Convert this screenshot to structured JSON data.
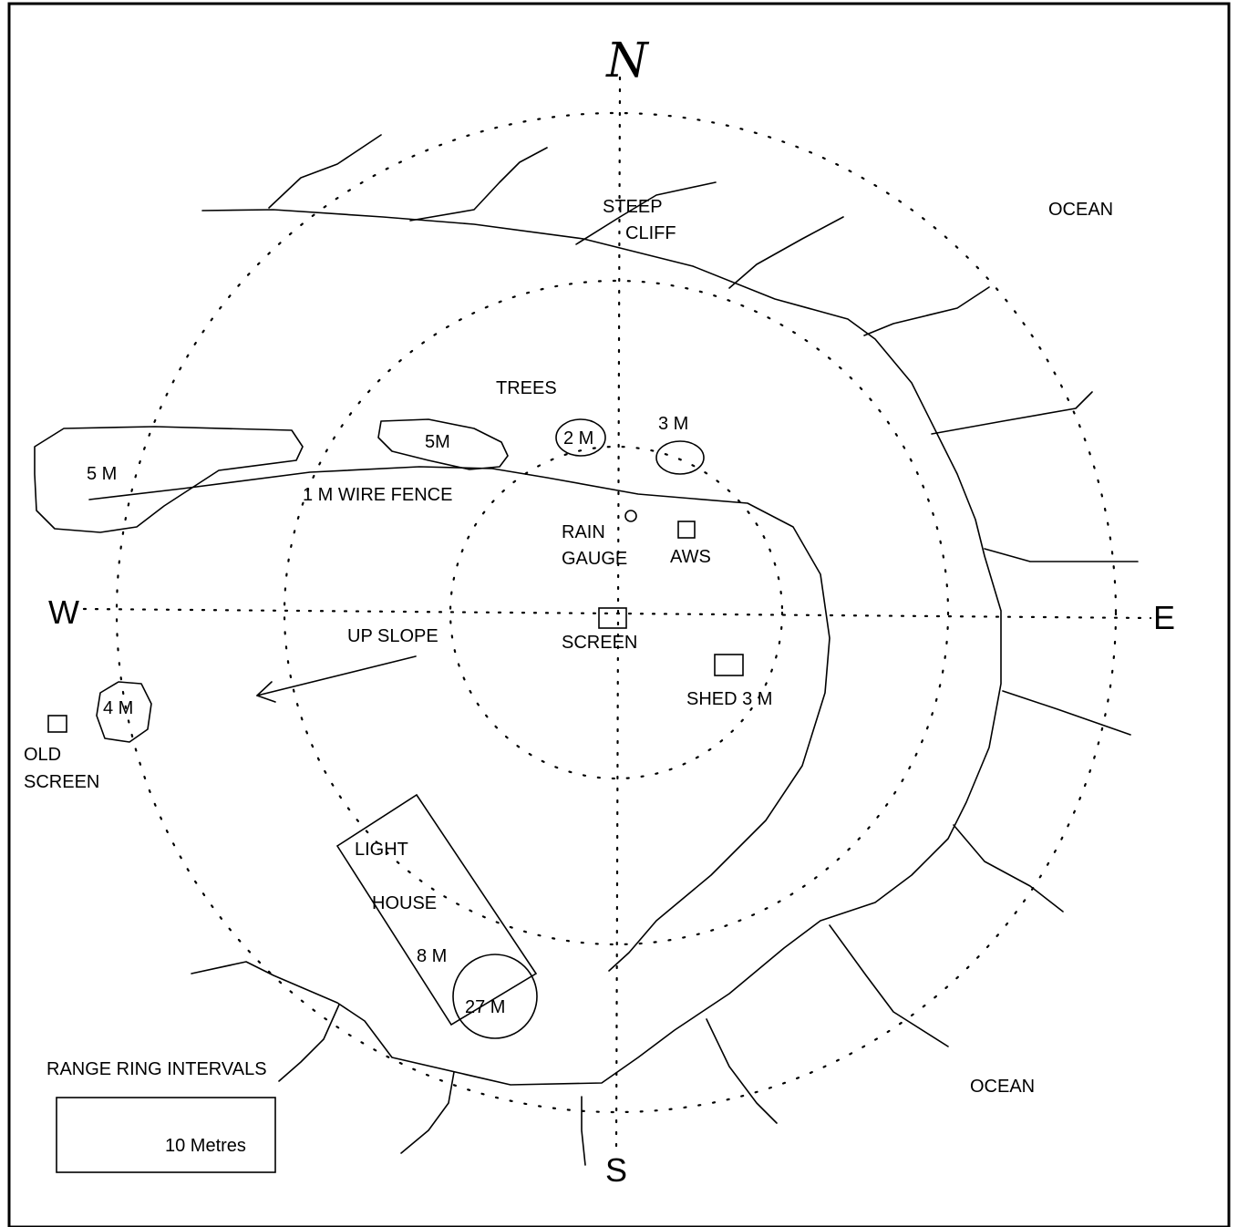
{
  "compass": {
    "north": "N",
    "south": "S",
    "east": "E",
    "west": "W"
  },
  "labels": {
    "ocean_ne": "OCEAN",
    "ocean_se": "OCEAN",
    "steep": "STEEP",
    "cliff": "CLIFF",
    "trees": "TREES",
    "tree_2m": "2 M",
    "tree_3m": "3 M",
    "tree_5m_center": "5M",
    "tree_5m_west": "5 M",
    "wire_fence": "1 M WIRE FENCE",
    "rain": "RAIN",
    "gauge": "GAUGE",
    "aws": "AWS",
    "screen": "SCREEN",
    "up_slope": "UP SLOPE",
    "shed": "SHED 3 M",
    "tree_4m": "4 M",
    "old": "OLD",
    "old_screen": "SCREEN",
    "light": "LIGHT",
    "house": "HOUSE",
    "lh_8m": "8 M",
    "lh_27m": "27 M",
    "range_ring": "RANGE RING INTERVALS",
    "range_value": "10  Metres"
  }
}
